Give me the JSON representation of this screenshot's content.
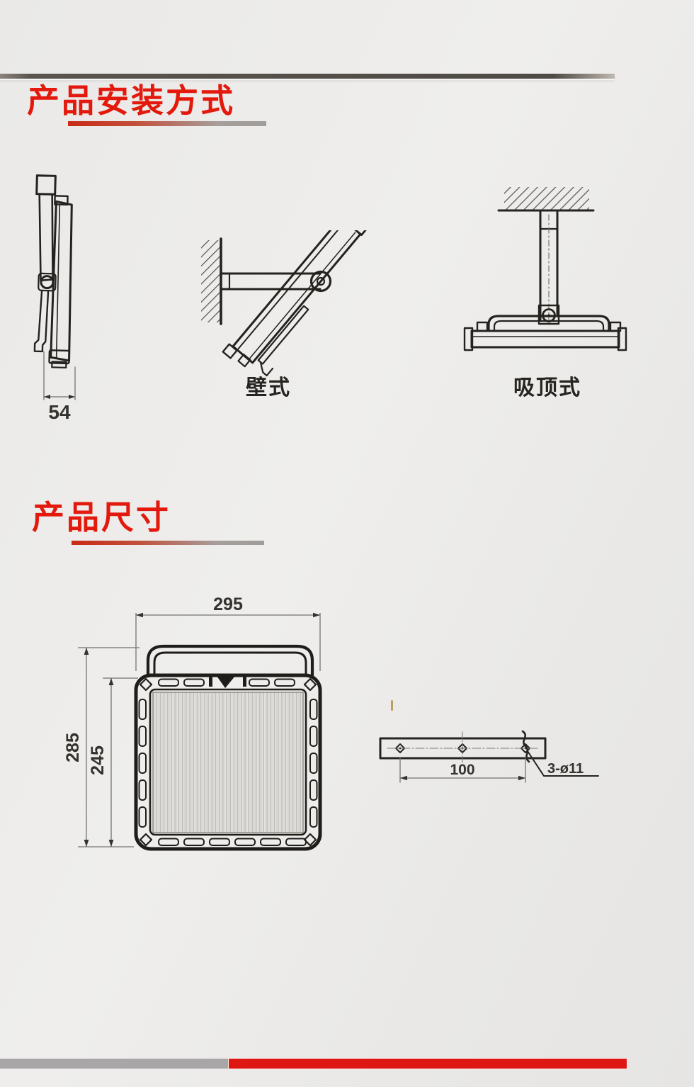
{
  "page": {
    "background_color": "#eae9e7",
    "accent_red": "#e2190c",
    "top_rule_color": "#4e4a45",
    "drawing_line_color": "#23211e",
    "dimension_line_color": "#75736e",
    "bottom_bar_gray": "#a8a6a7",
    "bottom_bar_red": "#df1712"
  },
  "sections": {
    "installation": {
      "title": "产品安装方式"
    },
    "dimensions": {
      "title": "产品尺寸"
    }
  },
  "installation": {
    "side_view": {
      "depth_mm": "54"
    },
    "wall_mount": {
      "label": "壁式"
    },
    "ceiling_mount": {
      "label": "吸顶式"
    }
  },
  "dimensions": {
    "front_view": {
      "width_mm": "295",
      "total_height_mm": "285",
      "body_height_mm": "245"
    },
    "bracket": {
      "hole_spacing_mm": "100",
      "holes_spec": "3-ø11"
    }
  }
}
